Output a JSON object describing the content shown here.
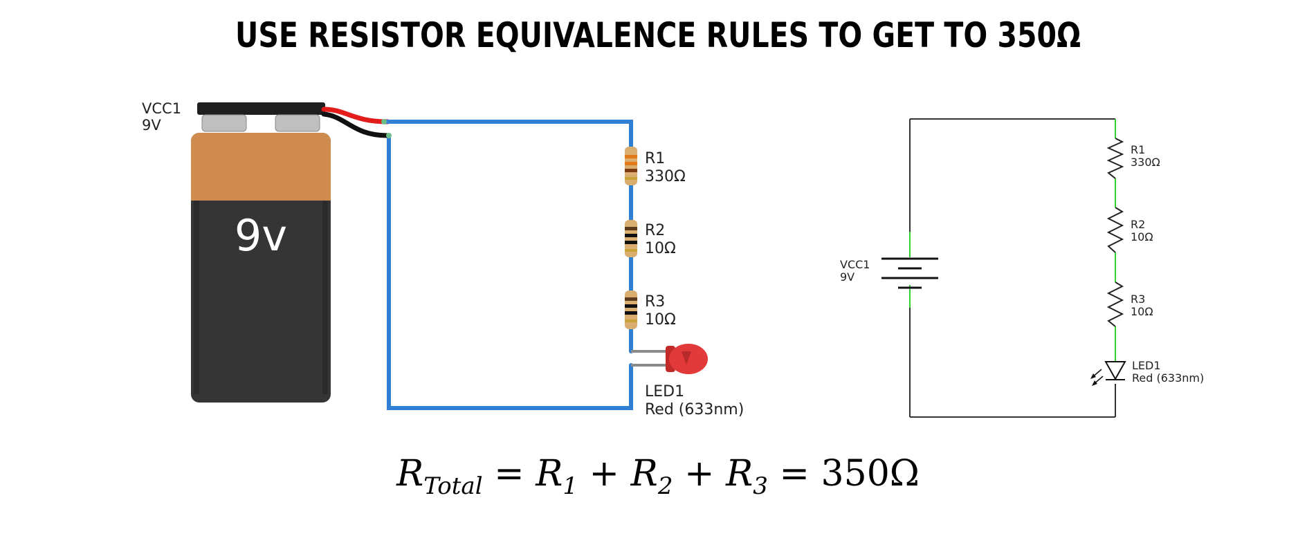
{
  "title": "USE RESISTOR EQUIVALENCE RULES TO GET TO 350Ω",
  "breadboard": {
    "battery": {
      "label": "VCC1",
      "value": "9V",
      "face_text": "9v"
    },
    "components": [
      {
        "label": "R1",
        "value": "330Ω"
      },
      {
        "label": "R2",
        "value": "10Ω"
      },
      {
        "label": "R3",
        "value": "10Ω"
      },
      {
        "label": "LED1",
        "value": "Red (633nm)"
      }
    ]
  },
  "schematic": {
    "battery": {
      "label": "VCC1",
      "value": "9V"
    },
    "components": [
      {
        "label": "R1",
        "value": "330Ω"
      },
      {
        "label": "R2",
        "value": "10Ω"
      },
      {
        "label": "R3",
        "value": "10Ω"
      },
      {
        "label": "LED1",
        "value": "Red (633nm)"
      }
    ]
  },
  "formula": {
    "r": "R",
    "total_sub": "Total",
    "eq": "=",
    "plus": "+",
    "sub1": "1",
    "sub2": "2",
    "sub3": "3",
    "result": "350Ω"
  },
  "colors": {
    "wire_blue": "#2f7fd4",
    "battery_copper": "#d08c4e",
    "battery_body": "#353535",
    "led_red": "#e23a3a",
    "schematic_green": "#2fd12f"
  }
}
